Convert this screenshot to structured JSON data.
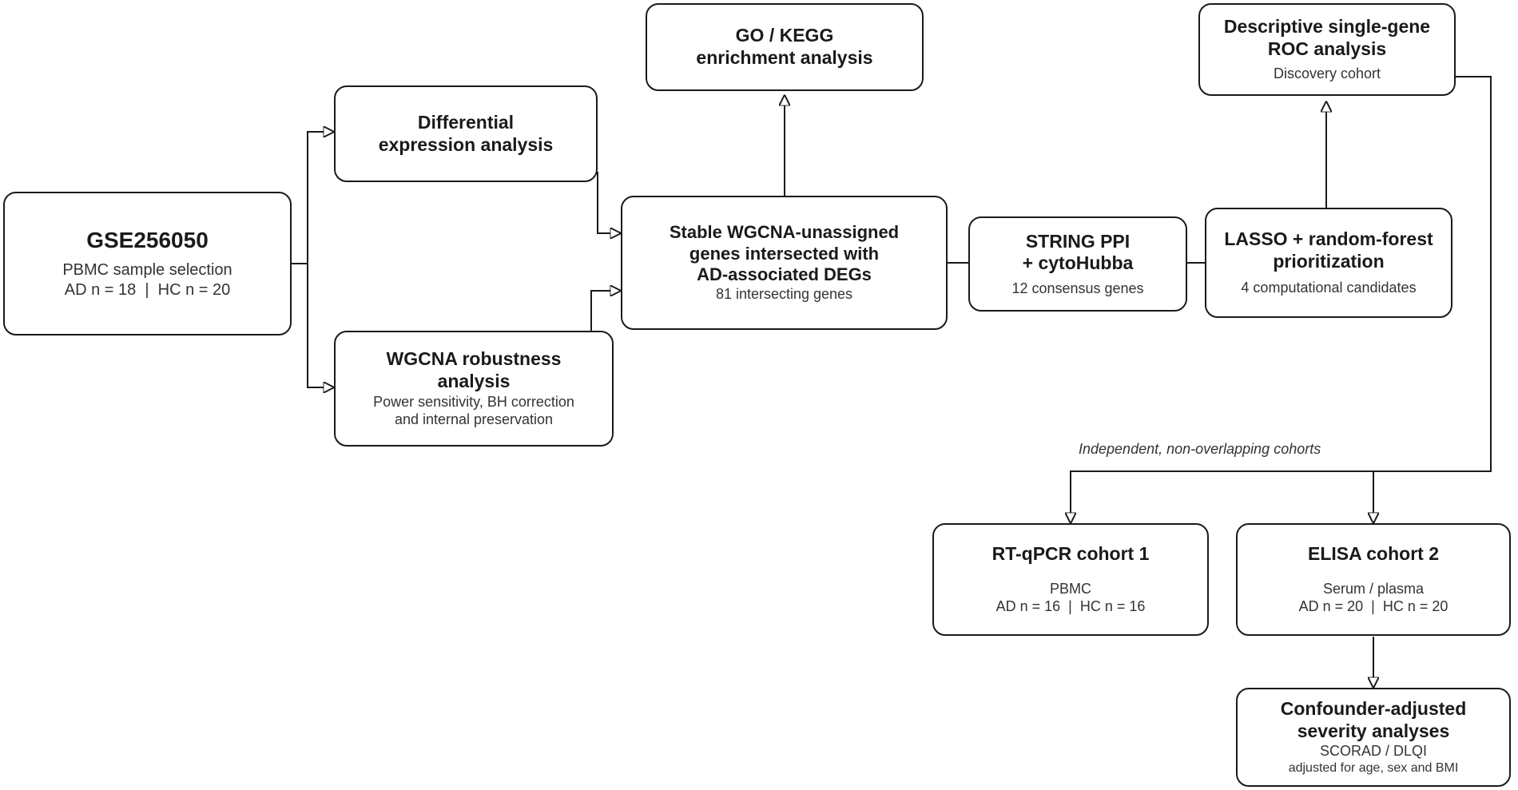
{
  "nodes": {
    "gse": {
      "title": "GSE256050",
      "sub1": "PBMC sample selection",
      "sub2": "AD n = 18  |  HC n = 20"
    },
    "diff": {
      "title1": "Differential",
      "title2": "expression analysis"
    },
    "wgcna": {
      "title1": "WGCNA robustness",
      "title2": "analysis",
      "sub1": "Power sensitivity, BH correction",
      "sub2": "and internal preservation"
    },
    "stable": {
      "title1": "Stable WGCNA-unassigned",
      "title2": "genes intersected with",
      "title3": "AD-associated DEGs",
      "sub1": "81 intersecting genes"
    },
    "go": {
      "title1": "GO / KEGG",
      "title2": "enrichment analysis"
    },
    "string": {
      "title1": "STRING PPI",
      "title2": "+ cytoHubba",
      "sub1": "12 consensus genes"
    },
    "lasso": {
      "title1": "LASSO + random-forest",
      "title2": "prioritization",
      "sub1": "4 computational candidates"
    },
    "roc": {
      "title1": "Descriptive single-gene",
      "title2": "ROC analysis",
      "sub1": "Discovery cohort"
    },
    "rtqpcr": {
      "title1": "RT-qPCR cohort 1",
      "sub1": "PBMC",
      "sub2": "AD n = 16  |  HC n = 16"
    },
    "elisa": {
      "title1": "ELISA cohort 2",
      "sub1": "Serum / plasma",
      "sub2": "AD n = 20  |  HC n = 20"
    },
    "confounder": {
      "title1": "Confounder-adjusted",
      "title2": "severity analyses",
      "sub1": "SCORAD / DLQI",
      "sub2": "adjusted for age, sex and BMI"
    }
  },
  "captions": {
    "cohorts": "Independent, non-overlapping cohorts"
  },
  "colors": {
    "line": "#1a1a1a",
    "text": "#1a1a1a",
    "background": "#ffffff"
  }
}
